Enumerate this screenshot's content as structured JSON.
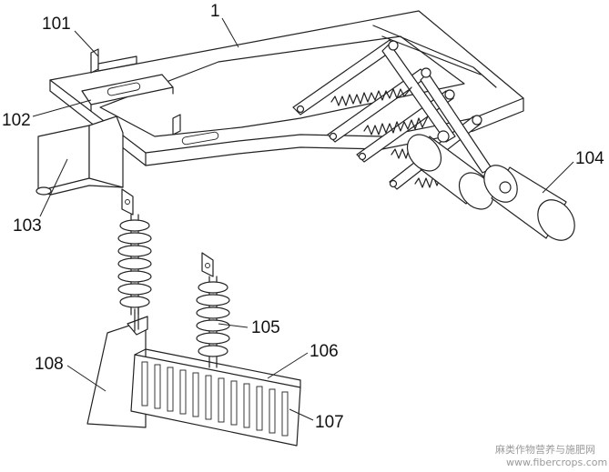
{
  "labels": {
    "l1": "1",
    "l101": "101",
    "l102": "102",
    "l103": "103",
    "l104": "104",
    "l105": "105",
    "l106": "106",
    "l107": "107",
    "l108": "108"
  },
  "watermark": {
    "cn": "麻类作物营养与施肥网",
    "url": "www.fibercrops.com"
  },
  "colors": {
    "stroke": "#222222",
    "watermark": "#9a9a9a"
  }
}
